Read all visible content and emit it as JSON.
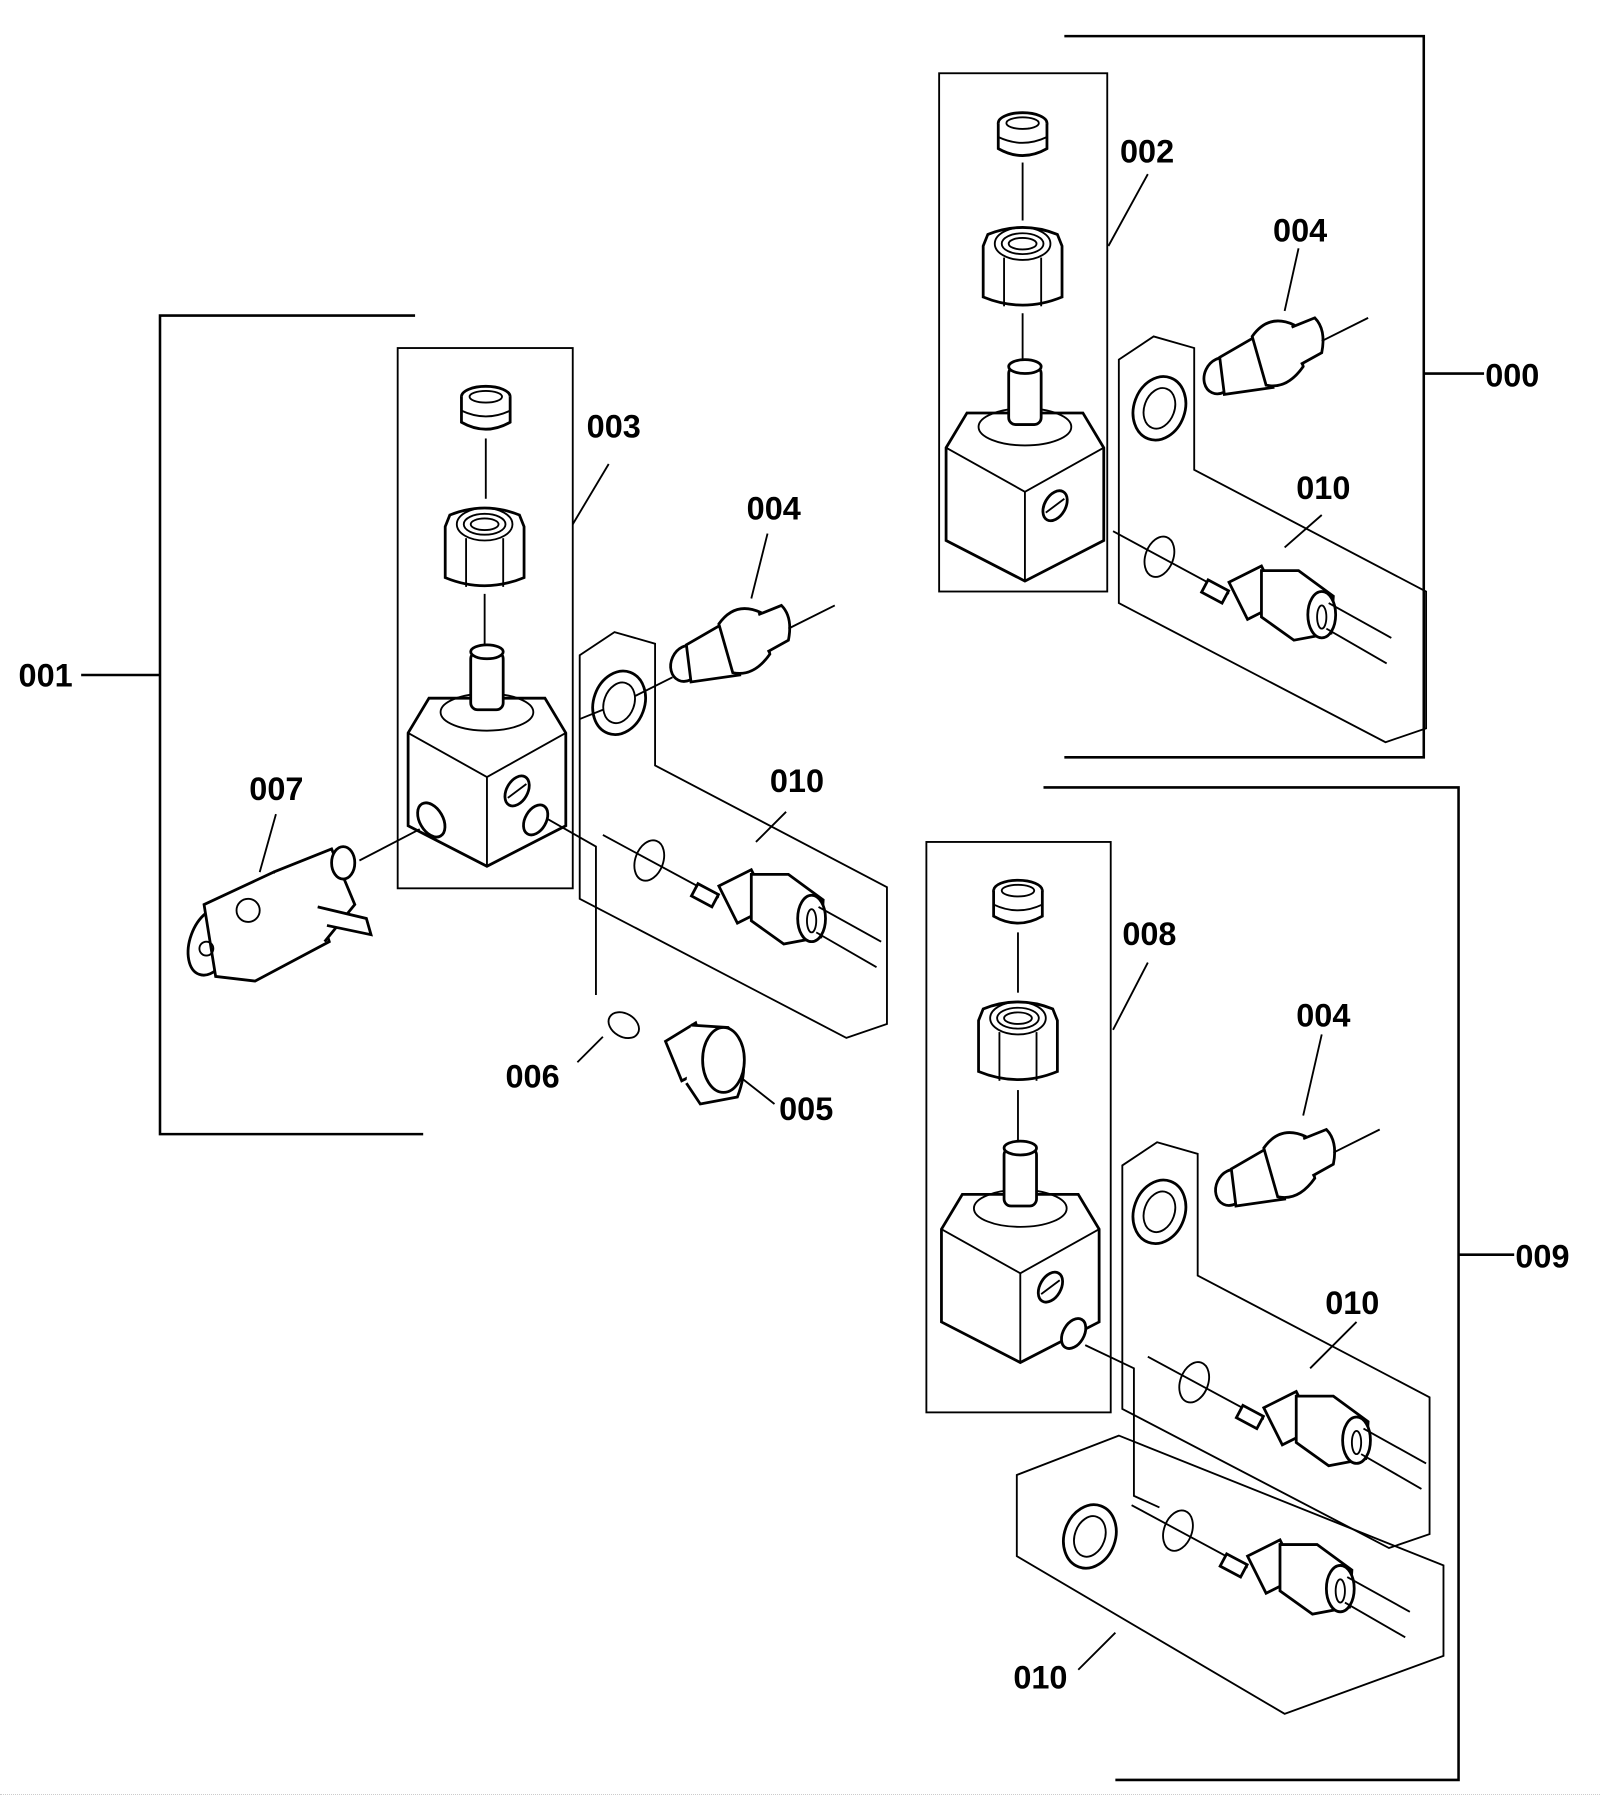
{
  "diagram": {
    "title": "Fitting assembly exploded view",
    "callouts": {
      "c000": "000",
      "c001": "001",
      "c002": "002",
      "c003": "003",
      "c004_top": "004",
      "c004_mid": "004",
      "c004_low": "004",
      "c005": "005",
      "c006": "006",
      "c007": "007",
      "c008": "008",
      "c009": "009",
      "c010_top": "010",
      "c010_mid": "010",
      "c010_low1": "010",
      "c010_low2": "010"
    }
  }
}
